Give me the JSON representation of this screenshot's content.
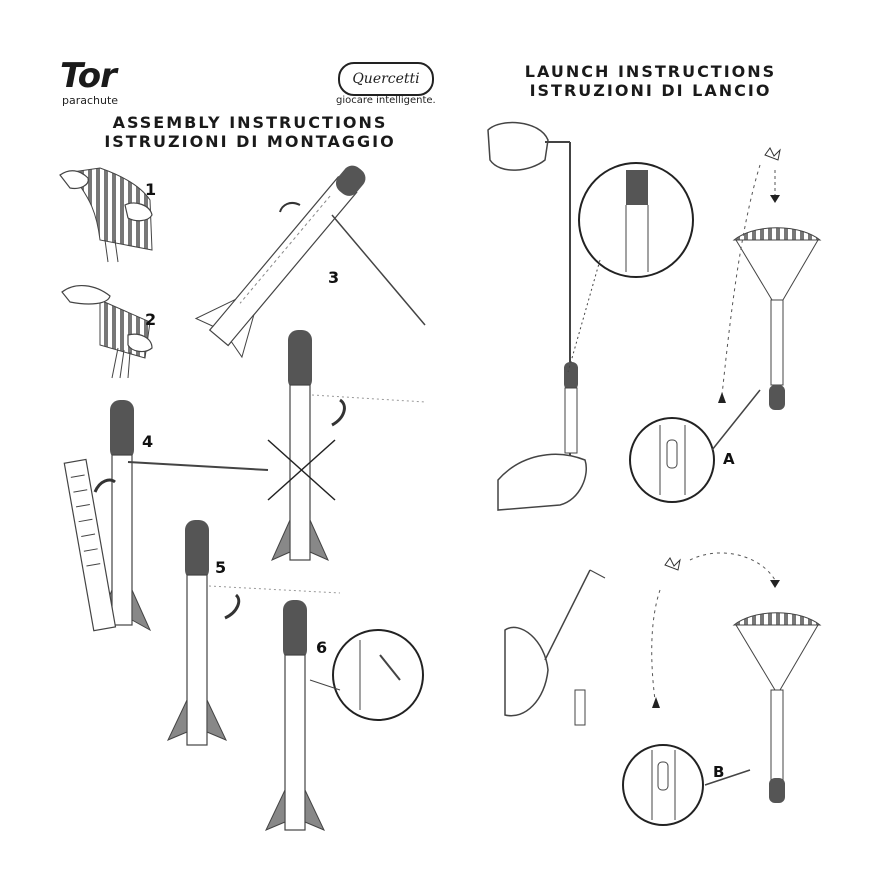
{
  "brand": {
    "title": "Tor",
    "subtitle": "parachute",
    "logo_text": "Quercetti",
    "logo_tagline": "giocare intelligente."
  },
  "assembly": {
    "heading_en": "ASSEMBLY INSTRUCTIONS",
    "heading_it": "ISTRUZIONI DI MONTAGGIO",
    "steps": [
      "1",
      "2",
      "3",
      "4",
      "5",
      "6"
    ]
  },
  "launch": {
    "heading_en": "LAUNCH INSTRUCTIONS",
    "heading_it": "ISTRUZIONI DI LANCIO",
    "labels": [
      "A",
      "B"
    ]
  },
  "colors": {
    "ink": "#222222",
    "rocket_nose": "#555555",
    "stripe": "#777777",
    "sketch": "#444444"
  }
}
